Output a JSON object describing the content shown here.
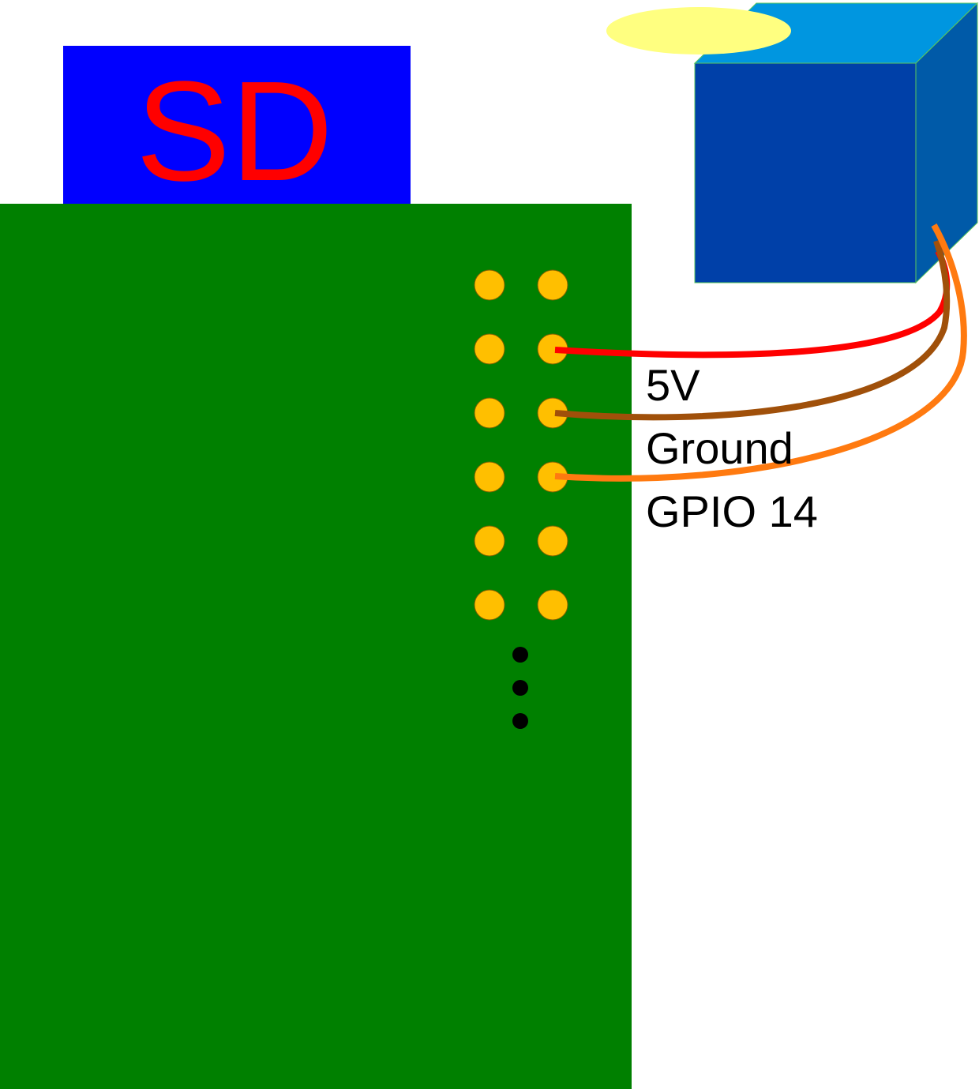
{
  "sd_card": {
    "label": "SD",
    "fill_color": "#0000ff",
    "text_color": "#ff0000"
  },
  "board": {
    "fill_color": "#008000"
  },
  "gpio_header": {
    "pin_color": "#ffbf00",
    "rows_shown": 6,
    "columns": 2,
    "continuation_dots": 3
  },
  "sensor": {
    "front_color": "#0040a8",
    "top_color": "#0096e0",
    "side_color": "#005aa8",
    "lens_color": "#ffff80"
  },
  "wires": [
    {
      "label": "5V",
      "color": "#ff0000"
    },
    {
      "label": "Ground",
      "color": "#a0500a"
    },
    {
      "label": "GPIO 14",
      "color": "#ff7a10"
    }
  ]
}
